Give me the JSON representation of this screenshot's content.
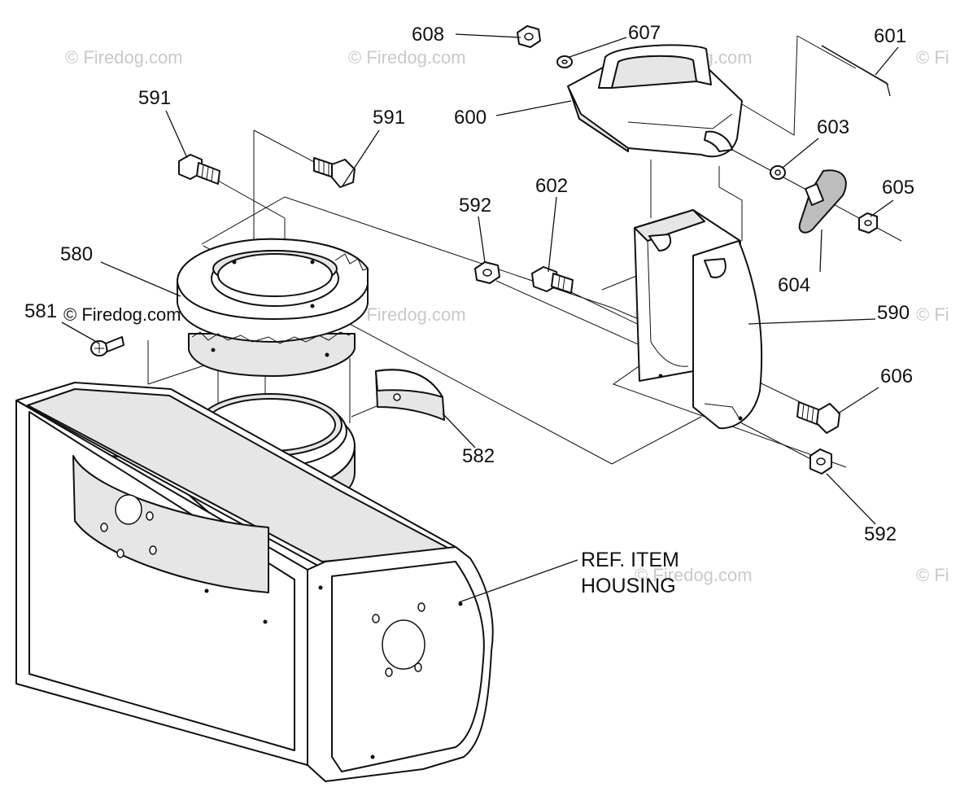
{
  "diagram": {
    "part_labels": {
      "p608": "608",
      "p607": "607",
      "p601": "601",
      "p591a": "591",
      "p591b": "591",
      "p600": "600",
      "p603": "603",
      "p605": "605",
      "p602": "602",
      "p592a": "592",
      "p580": "580",
      "p581": "581",
      "p590": "590",
      "p604": "604",
      "p606": "606",
      "p582": "582",
      "p592b": "592"
    },
    "reference": {
      "line1": "REF. ITEM",
      "line2": "HOUSING"
    },
    "watermark": "© Firedog.com",
    "watermark_edge": "© Fi",
    "colors": {
      "ink": "#111111",
      "watermark": "#c9c9c9",
      "shade": "#e6e6e6"
    }
  }
}
